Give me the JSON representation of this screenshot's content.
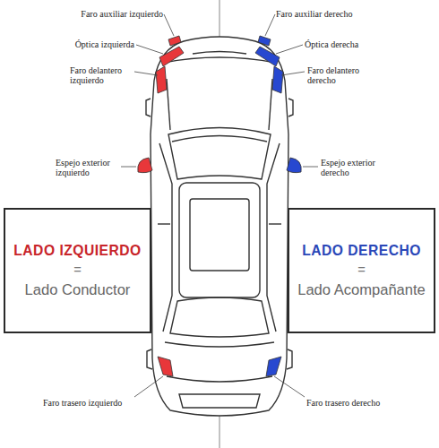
{
  "diagram": {
    "nodes": [
      {
        "text": [
          "LADO IZQUIERDO",
          "=",
          "Lado Conductor"
        ]
      },
      {
        "text": [
          "LADO DERECHO",
          "=",
          "Lado Acompañante"
        ]
      }
    ],
    "labels": [
      "Faro auxiliar izquierdo",
      "Faro auxiliar derecho",
      "Óptica izquierda",
      "Óptica derecha",
      "Faro delantero izquierdo",
      "Faro delantero derecho",
      "Espejo exterior izquierdo",
      "Espejo exterior derecho",
      "Faro trasero izquierdo",
      "Faro trasero derecho"
    ]
  }
}
